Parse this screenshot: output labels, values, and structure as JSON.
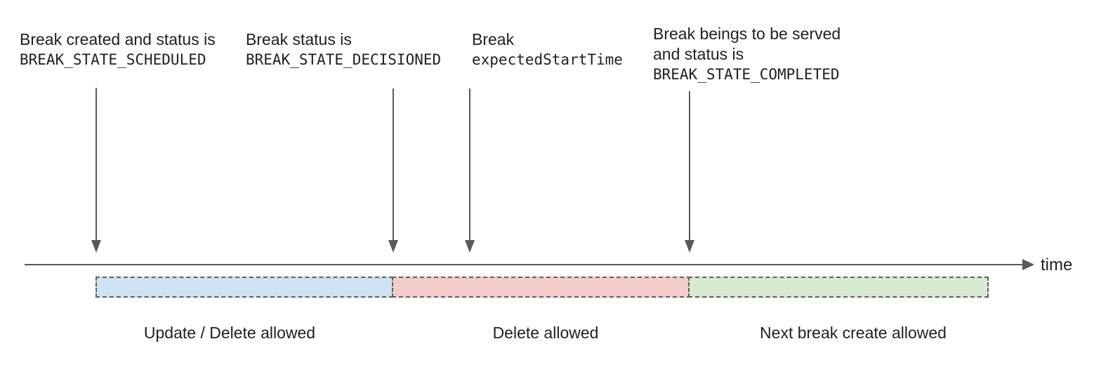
{
  "annotations": {
    "scheduled": {
      "line1": "Break created and status is",
      "line2": "BREAK_STATE_SCHEDULED"
    },
    "decisioned": {
      "line1": "Break status is",
      "line2": "BREAK_STATE_DECISIONED"
    },
    "expected_start": {
      "line1": "Break",
      "line2": "expectedStartTime"
    },
    "completed": {
      "line1": "Break beings to be served",
      "line2": "and status is",
      "line3": "BREAK_STATE_COMPLETED"
    }
  },
  "timeline": {
    "axis_label": "time"
  },
  "segments": {
    "update_delete": {
      "label": "Update / Delete allowed",
      "fill": "#cfe2f3"
    },
    "delete_only": {
      "label": "Delete allowed",
      "fill": "#f4cccc"
    },
    "next_create": {
      "label": "Next break create allowed",
      "fill": "#d9ead3"
    }
  },
  "colors": {
    "arrow": "#595959",
    "segment_border": "#5f5f5f",
    "text": "#212121"
  }
}
